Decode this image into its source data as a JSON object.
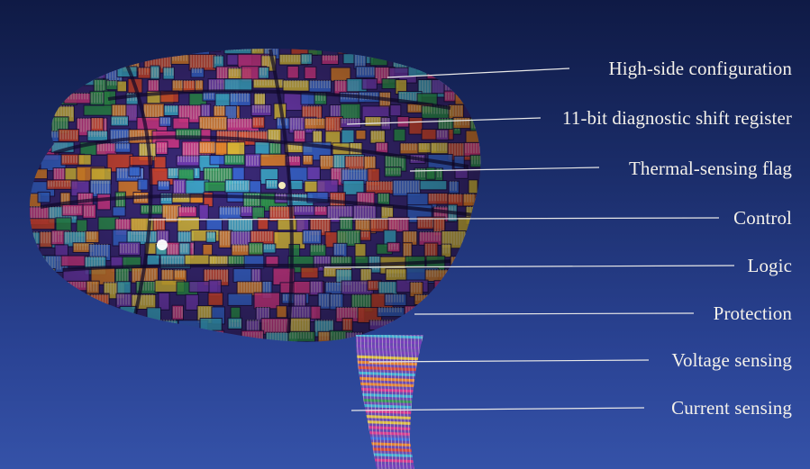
{
  "labels": [
    "High-side configuration",
    "11-bit diagnostic shift register",
    "Thermal-sensing flag",
    "Control",
    "Logic",
    "Protection",
    "Voltage sensing",
    "Current sensing"
  ],
  "colors": {
    "background_top": "#0f1a45",
    "background_bottom": "#3552a8",
    "label_text": "#f4f1ea",
    "leader_line": "#e8e8e8",
    "brain_palette": [
      "#e23b8f",
      "#7a3fbf",
      "#e8c93a",
      "#3fb8d6",
      "#e24a2c",
      "#2e9b4f",
      "#3a6fe0",
      "#f08a2a"
    ]
  }
}
